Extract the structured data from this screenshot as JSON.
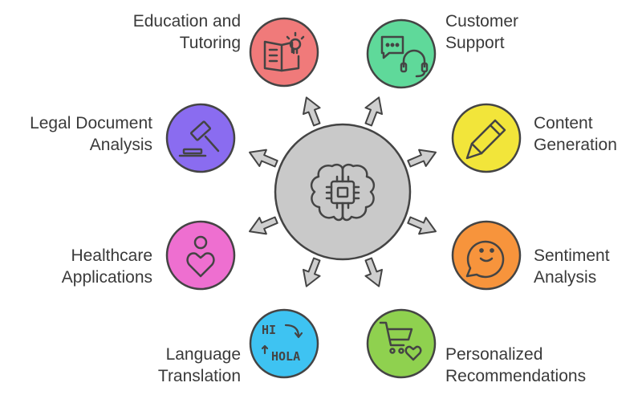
{
  "center": {
    "icon": "ai-brain-chip-icon",
    "color": "#c9c9c9"
  },
  "nodes": [
    {
      "id": "education",
      "lines": [
        "Education and",
        "Tutoring"
      ],
      "icon": "book-lightbulb-icon",
      "color": "#f07a7a"
    },
    {
      "id": "support",
      "lines": [
        "Customer",
        "Support"
      ],
      "icon": "chat-headset-icon",
      "color": "#5fd99a"
    },
    {
      "id": "legal",
      "lines": [
        "Legal Document",
        "Analysis"
      ],
      "icon": "gavel-icon",
      "color": "#8a6cf0"
    },
    {
      "id": "content",
      "lines": [
        "Content",
        "Generation"
      ],
      "icon": "pen-icon",
      "color": "#f2e53a"
    },
    {
      "id": "health",
      "lines": [
        "Healthcare",
        "Applications"
      ],
      "icon": "person-heart-icon",
      "color": "#ee6fd0"
    },
    {
      "id": "sentiment",
      "lines": [
        "Sentiment",
        "Analysis"
      ],
      "icon": "smiley-bubble-icon",
      "color": "#f7943c"
    },
    {
      "id": "language",
      "lines": [
        "Language",
        "Translation"
      ],
      "icon": "translate-hi-hola-icon",
      "color": "#3ec3f2"
    },
    {
      "id": "personal",
      "lines": [
        "Personalized",
        "Recommendations"
      ],
      "icon": "cart-heart-icon",
      "color": "#8fd14f"
    }
  ],
  "icon_text": {
    "hi": "HI",
    "hola": "HOLA"
  }
}
